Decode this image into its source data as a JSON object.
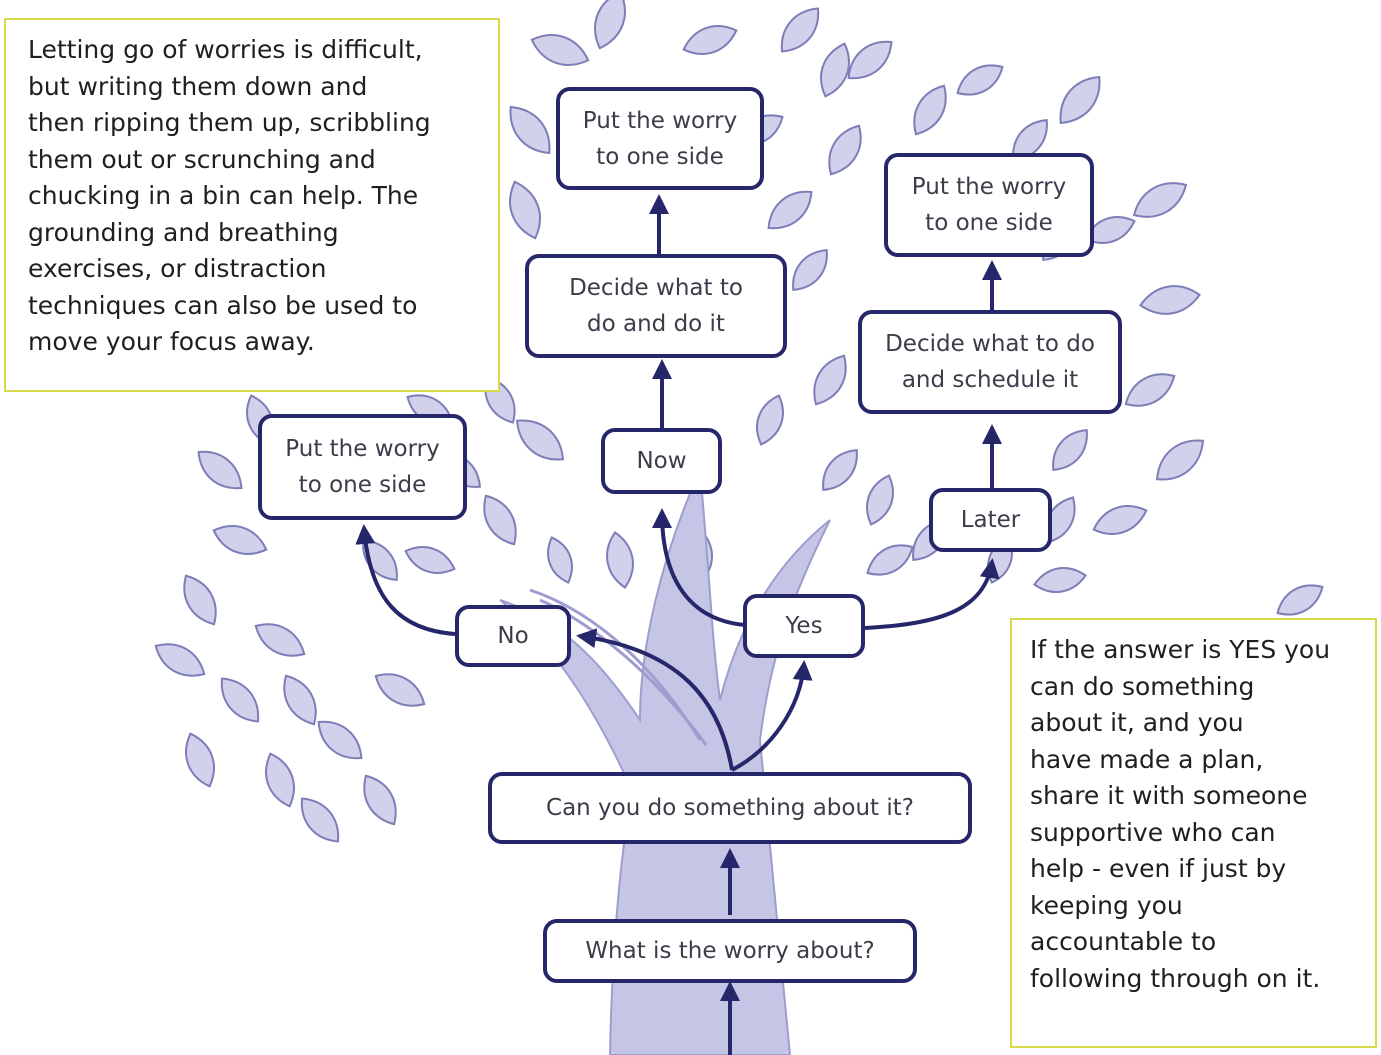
{
  "flowchart": {
    "nodes": {
      "root": "What is the worry about?",
      "question": "Can you do something about it?",
      "no": "No",
      "yes": "Yes",
      "now": "Now",
      "later": "Later",
      "no_result": [
        "Put the worry",
        "to one side"
      ],
      "now_action": [
        "Decide what to",
        "do and do it"
      ],
      "now_result": [
        "Put the worry",
        "to one side"
      ],
      "later_action": [
        "Decide what to do",
        "and schedule it"
      ],
      "later_result": [
        "Put the worry",
        "to one side"
      ]
    }
  },
  "callouts": {
    "letting_go": [
      "Letting go of worries is difficult,",
      "but writing them down and",
      "then ripping them up, scribbling",
      "them out or scrunching and",
      "chucking in a bin can help. The",
      "grounding and breathing",
      "exercises, or distraction",
      "techniques can also be used to",
      "move your focus away."
    ],
    "if_yes": [
      "If the answer is YES you",
      "can do something",
      "about it, and you",
      "have made a plan,",
      "share it with someone",
      "supportive who can",
      "help - even if just by",
      "keeping you",
      "accountable to",
      "following through on it."
    ]
  },
  "colors": {
    "leaf_fill": "#d1d1eb",
    "leaf_stroke": "#7d7db8",
    "trunk": "#c5c5e5",
    "line": "#26266b",
    "callout_border": "#d9d94a"
  }
}
